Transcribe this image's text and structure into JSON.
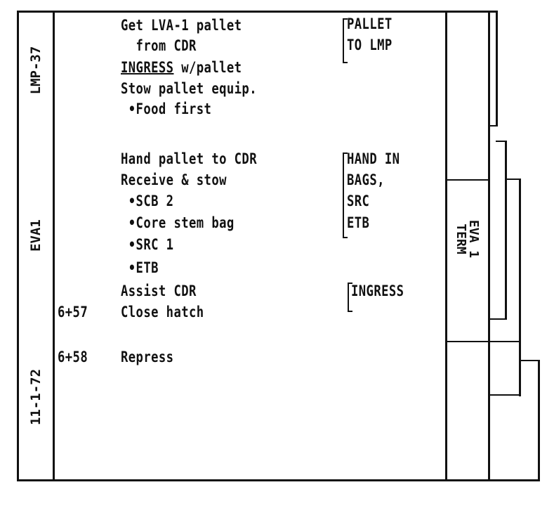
{
  "side_labels": {
    "page": "LMP-37",
    "section": "EVA1",
    "date": "11-1-72"
  },
  "tab_label": {
    "line1": "EVA 1",
    "line2": "TERM"
  },
  "steps": [
    {
      "time": "",
      "text": "Get LVA-1 pallet"
    },
    {
      "time": "",
      "text": "  from CDR"
    },
    {
      "time": "",
      "text": "INGRESS",
      "text_suffix": " w/pallet"
    },
    {
      "time": "",
      "text": "Stow pallet equip."
    },
    {
      "time": "",
      "text": " •Food first"
    },
    {
      "time": "",
      "text": "Hand pallet to CDR"
    },
    {
      "time": "",
      "text": "Receive & stow"
    },
    {
      "time": "",
      "text": " •SCB 2"
    },
    {
      "time": "",
      "text": " •Core stem bag"
    },
    {
      "time": "",
      "text": " •SRC 1"
    },
    {
      "time": "",
      "text": " •ETB"
    },
    {
      "time": "",
      "text": "Assist CDR"
    },
    {
      "time": "6+57",
      "text": "Close hatch"
    },
    {
      "time": "6+58",
      "text": "Repress"
    }
  ],
  "notes": [
    {
      "lines": [
        "PALLET",
        "TO LMP"
      ]
    },
    {
      "lines": [
        "HAND IN",
        "BAGS,",
        "SRC",
        "ETB"
      ]
    },
    {
      "lines": [
        "INGRESS"
      ]
    }
  ]
}
